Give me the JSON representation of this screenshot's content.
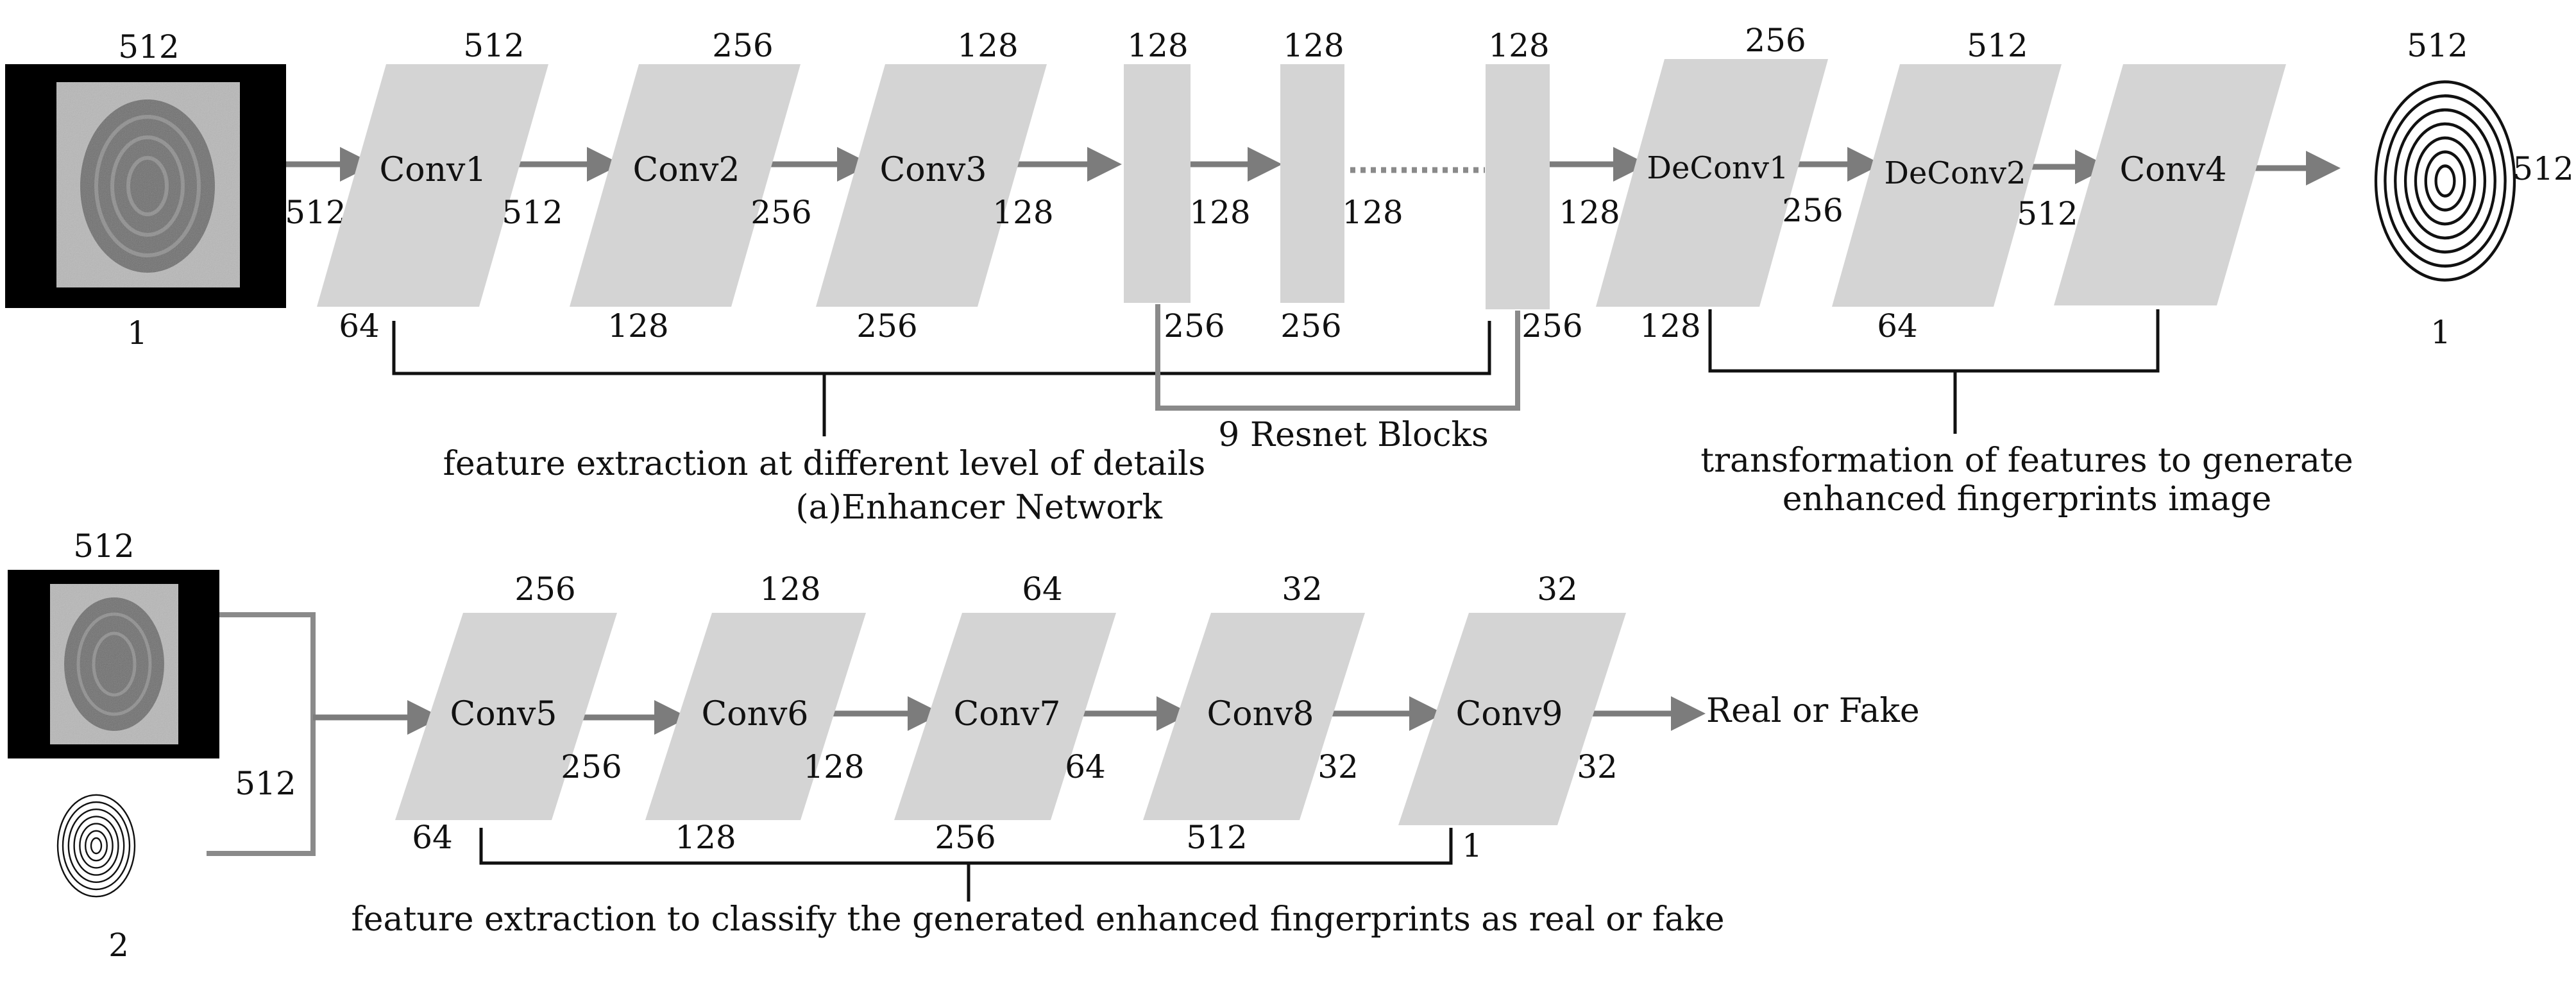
{
  "enhancer": {
    "caption": "(a)Enhancer Network",
    "input_image": {
      "top": "512",
      "right": "512",
      "bottom": "1"
    },
    "blocks": {
      "conv1": {
        "label": "Conv1",
        "top": "512",
        "right": "512",
        "bottom": "64"
      },
      "conv2": {
        "label": "Conv2",
        "top": "256",
        "right": "256",
        "bottom": "128"
      },
      "conv3": {
        "label": "Conv3",
        "top": "128",
        "right": "128",
        "bottom": "256"
      },
      "res1": {
        "top": "128",
        "right": "128",
        "bottom": "256"
      },
      "res2": {
        "top": "128",
        "right": "128",
        "bottom": "256"
      },
      "res3": {
        "top": "128",
        "right": "128",
        "bottom": "256"
      },
      "deconv1": {
        "label": "DeConv1",
        "top": "256",
        "right": "256",
        "bottom": "128"
      },
      "deconv2": {
        "label": "DeConv2",
        "top": "512",
        "right": "512",
        "bottom": "64"
      },
      "conv4": {
        "label": "Conv4",
        "top": "512",
        "right": "512",
        "bottom": "1"
      }
    },
    "brackets": {
      "feature_extraction": "feature extraction at different level of details",
      "resnet": "9 Resnet Blocks",
      "transformation_line1": "transformation of features to generate",
      "transformation_line2": "enhanced fingerprints image"
    }
  },
  "discriminator": {
    "input_image": {
      "top": "512",
      "right": "512",
      "fingerprint_label": "2"
    },
    "blocks": {
      "conv5": {
        "label": "Conv5",
        "top": "256",
        "right": "256",
        "bottom": "64"
      },
      "conv6": {
        "label": "Conv6",
        "top": "128",
        "right": "128",
        "bottom": "128"
      },
      "conv7": {
        "label": "Conv7",
        "top": "64",
        "right": "64",
        "bottom": "256"
      },
      "conv8": {
        "label": "Conv8",
        "top": "32",
        "right": "32",
        "bottom": "512"
      },
      "conv9": {
        "label": "Conv9",
        "top": "32",
        "right": "32",
        "bottom": "1"
      }
    },
    "output": "Real or Fake",
    "bracket": "feature extraction to classify the generated enhanced fingerprints as real or fake"
  },
  "colors": {
    "block_fill": "#d4d4d4",
    "arrow": "#7c7c7c",
    "bracket": "#111111",
    "image_background": "#000000"
  }
}
